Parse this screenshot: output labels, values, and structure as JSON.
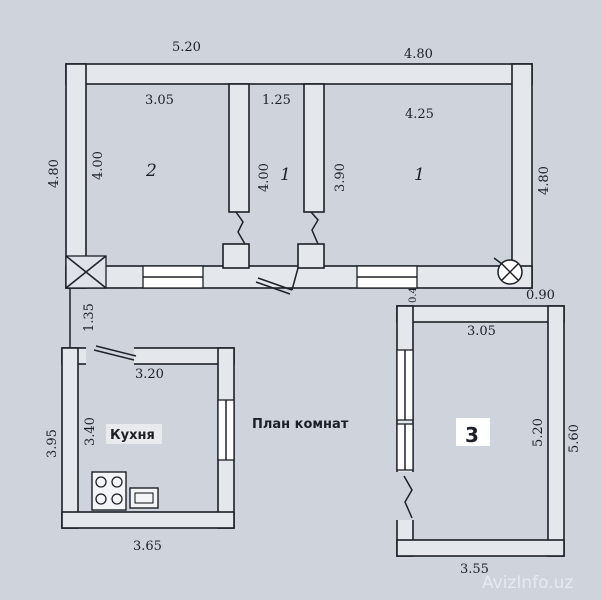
{
  "plan": {
    "title": "План комнат",
    "dimensions": {
      "top_left": "5.20",
      "top_right": "4.80",
      "room2_width": "3.05",
      "corridor_width": "1.25",
      "room1_width": "4.25",
      "left_height": "4.80",
      "room2_height": "4.00",
      "corridor_height": "4.00",
      "room1_height": "3.90",
      "right_height": "4.80",
      "gap_small": "1.35",
      "gap_right": "0.90",
      "wall_thin": "0.4",
      "kitchen_width_top": "3.20",
      "kitchen_height_inner": "3.40",
      "kitchen_height_outer": "3.95",
      "kitchen_width_bottom": "3.65",
      "room3_width_top": "3.05",
      "room3_height_inner": "5.20",
      "room3_height_outer": "5.60",
      "room3_width_bottom": "3.55"
    },
    "rooms": {
      "room2": "2",
      "corridor": "1",
      "room1": "1",
      "kitchen": "Кухня",
      "room3": "3"
    },
    "watermark": "AvizInfo.uz"
  }
}
